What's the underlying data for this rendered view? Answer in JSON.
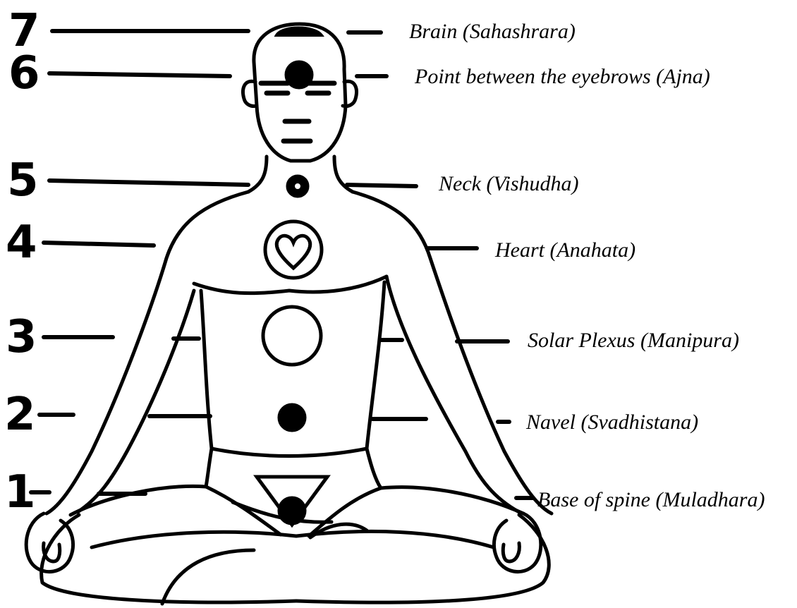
{
  "chakras": [
    {
      "number": "7",
      "label": "Brain (Sahashrara)"
    },
    {
      "number": "6",
      "label": "Point between the eyebrows (Ajna)"
    },
    {
      "number": "5",
      "label": "Neck (Vishudha)"
    },
    {
      "number": "4",
      "label": "Heart (Anahata)"
    },
    {
      "number": "3",
      "label": "Solar Plexus (Manipura)"
    },
    {
      "number": "2",
      "label": "Navel (Svadhistana)"
    },
    {
      "number": "1",
      "label": "Base of spine (Muladhara)"
    }
  ],
  "colors": {
    "ink": "#000000",
    "paper": "#ffffff"
  }
}
